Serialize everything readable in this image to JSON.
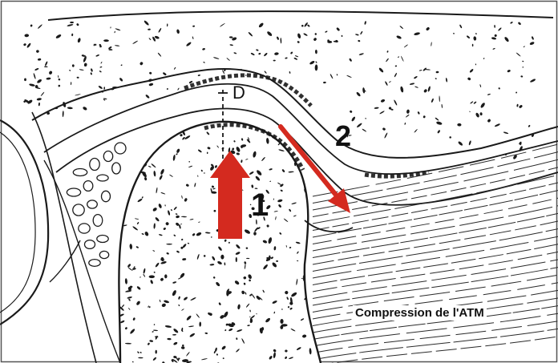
{
  "labels": {
    "point_d": "D",
    "arrow_1": "1",
    "arrow_2": "2"
  },
  "caption": "Compression de l'ATM",
  "colors": {
    "arrow": "#d42a1f",
    "ink": "#1a1a1a",
    "frame": "#555555",
    "background": "#ffffff"
  }
}
